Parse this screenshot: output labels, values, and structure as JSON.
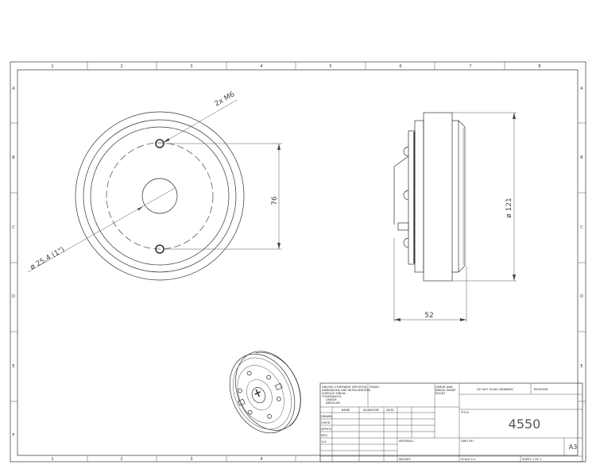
{
  "zones": {
    "columns": [
      "1",
      "2",
      "3",
      "4",
      "5",
      "6",
      "7",
      "8"
    ],
    "bottom_columns": [
      "1",
      "2",
      "3",
      "4"
    ],
    "rows": [
      "A",
      "B",
      "C",
      "D",
      "E",
      "F"
    ]
  },
  "front_view": {
    "hole_callout": "2x M6",
    "hole_spacing": "76",
    "bore_callout": "ø 25.4 (1\")"
  },
  "side_view": {
    "diameter": "ø 121",
    "depth": "52"
  },
  "title_block": {
    "general_notes": [
      "UNLESS OTHERWISE SPECIFIED:",
      "DIMENSIONS ARE IN MILLIMETERS",
      "SURFACE FINISH:",
      "TOLERANCES:",
      "  LINEAR:",
      "  ANGULAR:"
    ],
    "finish_label": "FINISH:",
    "deburr_note": [
      "DEBUR AND",
      "BREAK SHARP",
      "EDGES"
    ],
    "do_not_scale": "DO NOT SCALE DRAWING",
    "revision_label": "REVISION",
    "col_headers": [
      "NAME",
      "SIGNATURE",
      "DATE"
    ],
    "row_labels": [
      "DRAWN",
      "CHK'D",
      "APPV'D",
      "MFG",
      "Q.A"
    ],
    "material_label": "MATERIAL:",
    "weight_label": "WEIGHT:",
    "title_label": "TITLE:",
    "title_value": "4550",
    "dwg_no_label": "DWG NO.",
    "sheet_size": "A3",
    "scale_label": "SCALE:1:1",
    "sheet_label": "SHEET 1 OF 1"
  }
}
